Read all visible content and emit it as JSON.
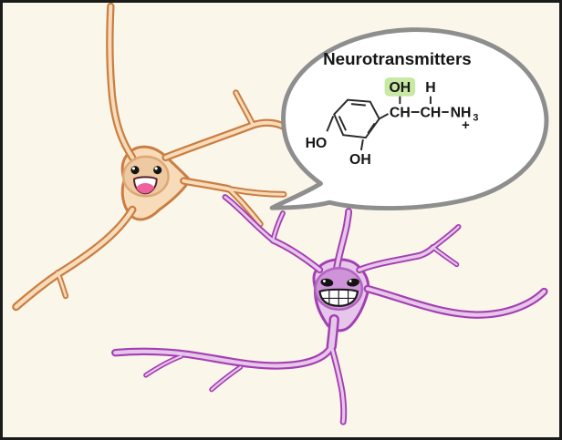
{
  "scene": {
    "background_color": "#FBF6EA",
    "frame_color": "#1B1B1B"
  },
  "speech_bubble": {
    "fill": "#FFFFFF",
    "stroke_color": "#8E8E8E",
    "title": "Neurotransmitters",
    "molecule": {
      "highlight_color": "#C9E8A4",
      "bond_color": "#2B2B2B",
      "labels": {
        "oh_highlighted": "OH",
        "h_top": "H",
        "ch_left": "CH",
        "ch_right": "CH",
        "nh": "NH",
        "nh_subscript": "3",
        "plus_charge": "+",
        "ho_ring_left": "HO",
        "oh_ring_bottom": "OH"
      }
    }
  },
  "orange_neuron": {
    "outline_color": "#C97E43",
    "body_color": "#F8DCBA",
    "nucleus_color": "#EFC9A2",
    "mouth_color": "#F0609F",
    "expression": "open-mouth-smile"
  },
  "purple_neuron": {
    "outline_color": "#A33FB1",
    "body_color": "#E7C6EB",
    "nucleus_color": "#CE93D8",
    "expression": "grinning-teeth"
  }
}
